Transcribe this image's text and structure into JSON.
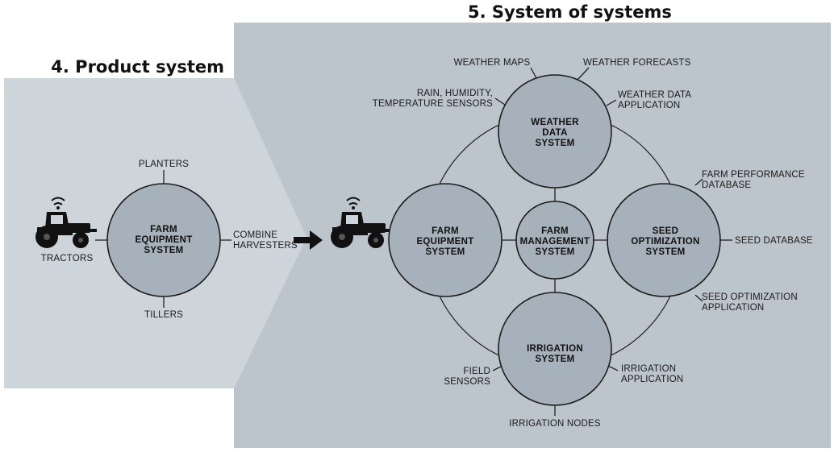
{
  "colors": {
    "panel_left": "#cdd4da",
    "panel_right": "#bcc4cc",
    "node_fill": "#a7b1bb",
    "node_stroke": "#1d1d1d",
    "icon": "#111111"
  },
  "product_system": {
    "title": "4. Product system",
    "hub": [
      "FARM",
      "EQUIPMENT",
      "SYSTEM"
    ],
    "labels": {
      "planters": [
        "PLANTERS"
      ],
      "combine": [
        "COMBINE",
        "HARVESTERS"
      ],
      "tillers": [
        "TILLERS"
      ],
      "tractors": [
        "TRACTORS"
      ]
    },
    "icons": {
      "tractor": "tractor-icon"
    }
  },
  "system_of_systems": {
    "title": "5. System of systems",
    "nodes": {
      "weather": [
        "WEATHER",
        "DATA",
        "SYSTEM"
      ],
      "equipment": [
        "FARM",
        "EQUIPMENT",
        "SYSTEM"
      ],
      "management": [
        "FARM",
        "MANAGEMENT",
        "SYSTEM"
      ],
      "seed": [
        "SEED",
        "OPTIMIZATION",
        "SYSTEM"
      ],
      "irrigation": [
        "IRRIGATION",
        "SYSTEM"
      ]
    },
    "labels": {
      "weather_maps": [
        "WEATHER MAPS"
      ],
      "weather_forecasts": [
        "WEATHER FORECASTS"
      ],
      "rain_sensors": [
        "RAIN, HUMIDITY,",
        "TEMPERATURE SENSORS"
      ],
      "weather_app": [
        "WEATHER DATA",
        "APPLICATION"
      ],
      "farm_perf_db": [
        "FARM PERFORMANCE",
        "DATABASE"
      ],
      "seed_db": [
        "SEED DATABASE"
      ],
      "seed_app": [
        "SEED OPTIMIZATION",
        "APPLICATION"
      ],
      "field_sensors": [
        "FIELD",
        "SENSORS"
      ],
      "irrigation_app": [
        "IRRIGATION",
        "APPLICATION"
      ],
      "irrigation_nodes": [
        "IRRIGATION NODES"
      ]
    },
    "icons": {
      "tractor": "tractor-icon",
      "arrow": "arrow-right-icon"
    }
  }
}
